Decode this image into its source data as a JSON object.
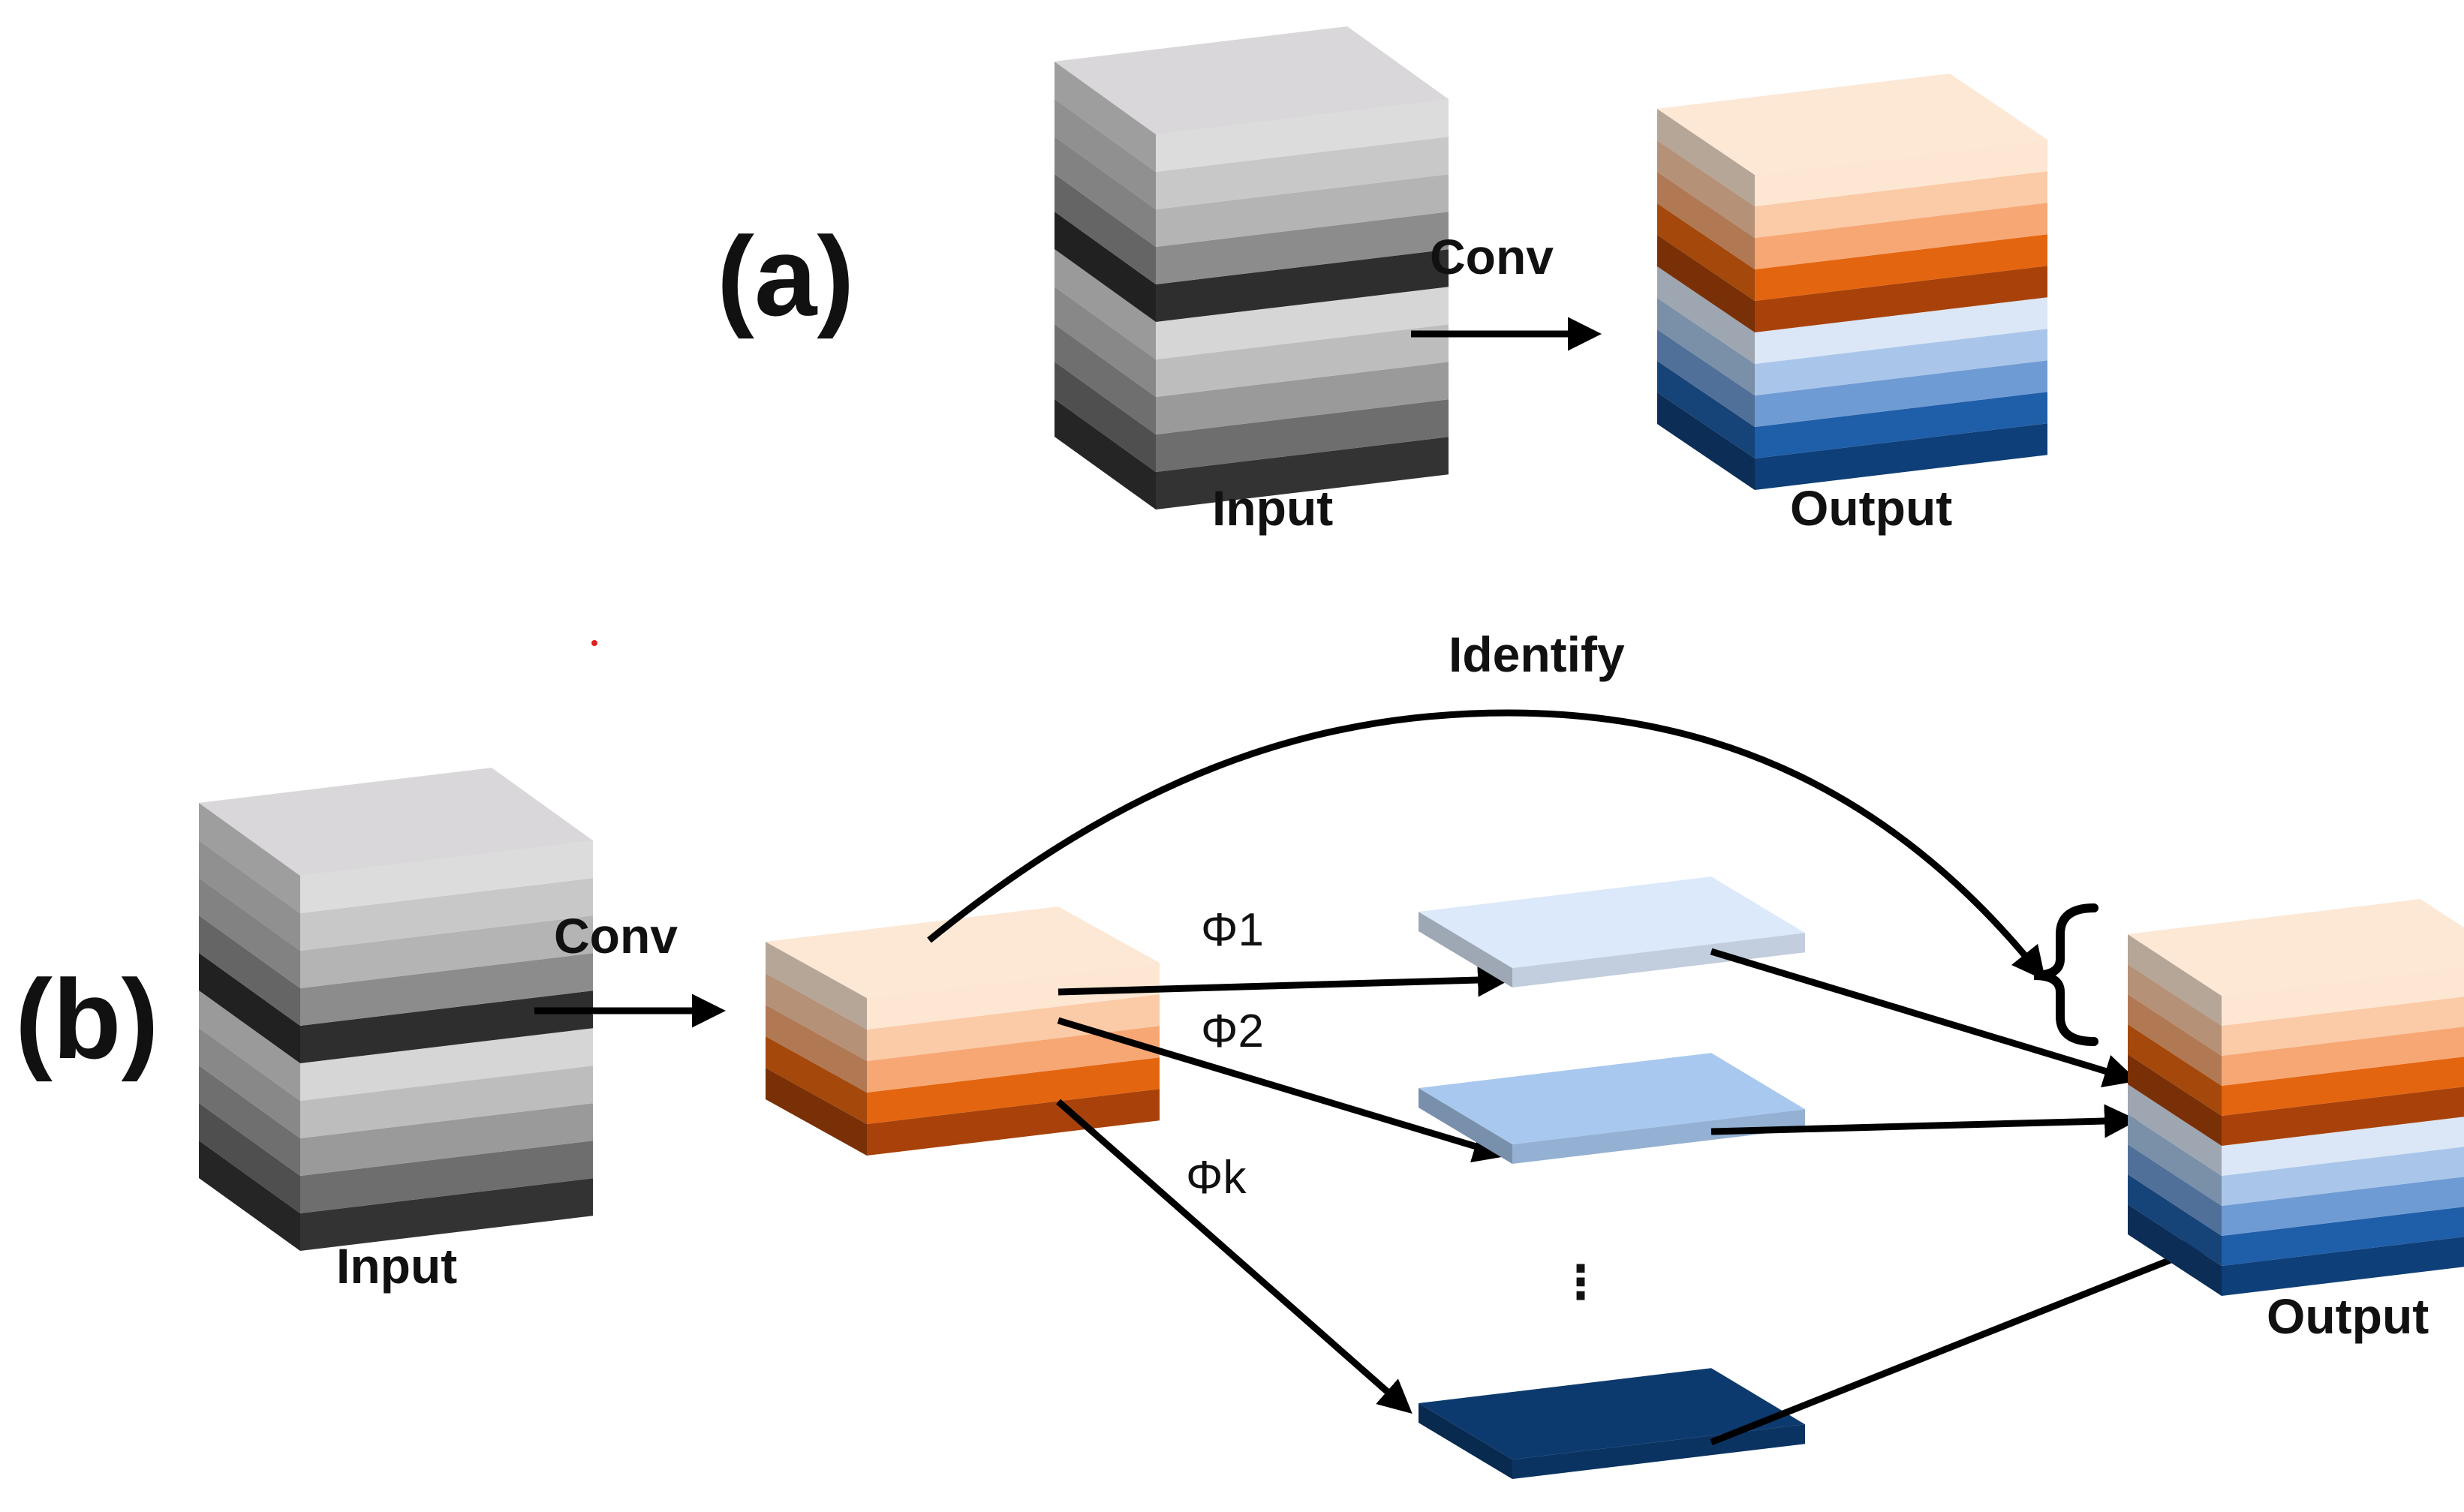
{
  "panel_a": {
    "label": "(a)",
    "conv_label": "Conv",
    "input_label": "Input",
    "output_label": "Output"
  },
  "panel_b": {
    "label": "(b)",
    "conv_label": "Conv",
    "input_label": "Input",
    "output_label": "Output",
    "identify_label": "Identify",
    "phi_labels": [
      "Φ1",
      "Φ2",
      "Φk"
    ],
    "ellipsis": "⋮"
  },
  "colors": {
    "gray_layers": [
      "#dcdcdc",
      "#c8c8c8",
      "#b4b4b4",
      "#8c8c8c",
      "#2e2e2e",
      "#d6d6d6",
      "#bdbdbd",
      "#9a9a9a",
      "#6e6e6e",
      "#333333"
    ],
    "orange_layers": [
      "#fde6d2",
      "#fbcaa6",
      "#f6a774",
      "#e4650f",
      "#a9420a"
    ],
    "blue_layers": [
      "#dbe7f6",
      "#a9c6ea",
      "#6f9bd4",
      "#1f5ea8",
      "#0f3f78"
    ],
    "thin_block_1": "#dce9fb",
    "thin_block_2": "#a8c8ef",
    "thin_block_k": "#0d3a6e",
    "arrow": "#000000"
  }
}
